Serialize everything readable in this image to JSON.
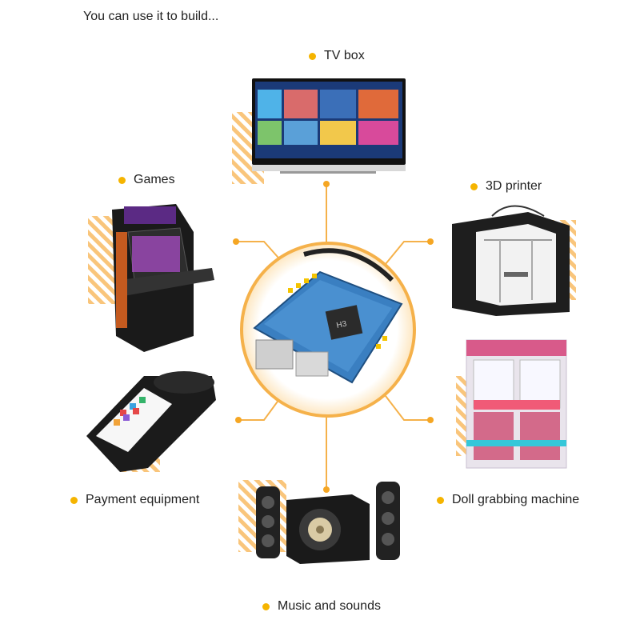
{
  "heading": "You can use it to build...",
  "accent_color": "#f5a623",
  "applications": [
    {
      "id": "tv-box",
      "label": "TV box",
      "icon": "tv-icon"
    },
    {
      "id": "games",
      "label": "Games",
      "icon": "arcade-cabinet-icon"
    },
    {
      "id": "3d-printer",
      "label": "3D printer",
      "icon": "3d-printer-icon"
    },
    {
      "id": "payment-equipment",
      "label": "Payment equipment",
      "icon": "payment-terminal-icon"
    },
    {
      "id": "doll-grabbing-machine",
      "label": "Doll grabbing machine",
      "icon": "claw-machine-icon"
    },
    {
      "id": "music-and-sounds",
      "label": "Music and sounds",
      "icon": "speaker-system-icon"
    }
  ],
  "center_board": {
    "icon": "single-board-computer-icon",
    "chip_label": "H3"
  }
}
